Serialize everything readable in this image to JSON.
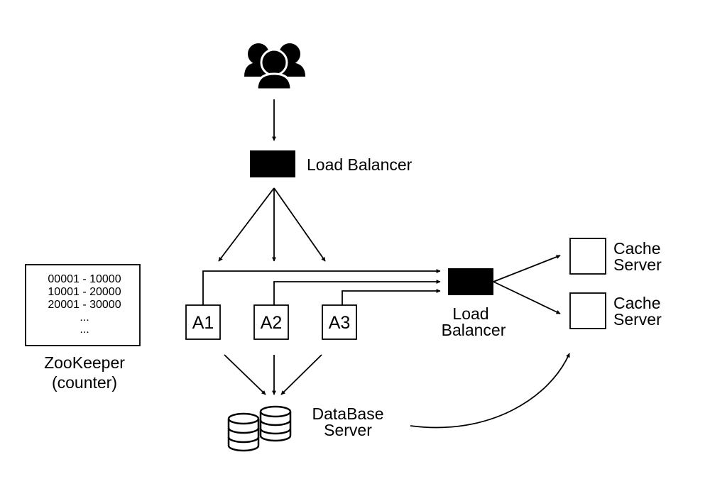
{
  "users_icon": "users-group-icon",
  "database_icon": "database-stack-icon",
  "top_load_balancer": {
    "label": "Load Balancer"
  },
  "app_servers": [
    {
      "label": "A1"
    },
    {
      "label": "A2"
    },
    {
      "label": "A3"
    }
  ],
  "inner_load_balancer": {
    "label_line1": "Load",
    "label_line2": "Balancer"
  },
  "cache_servers": [
    {
      "label_line1": "Cache",
      "label_line2": "Server"
    },
    {
      "label_line1": "Cache",
      "label_line2": "Server"
    }
  ],
  "zookeeper": {
    "ranges": [
      "00001 - 10000",
      "10001 - 20000",
      "20001 - 30000",
      "...",
      "..."
    ],
    "label_line1": "ZooKeeper",
    "label_line2": "(counter)"
  },
  "database": {
    "label_line1": "DataBase",
    "label_line2": "Server"
  }
}
